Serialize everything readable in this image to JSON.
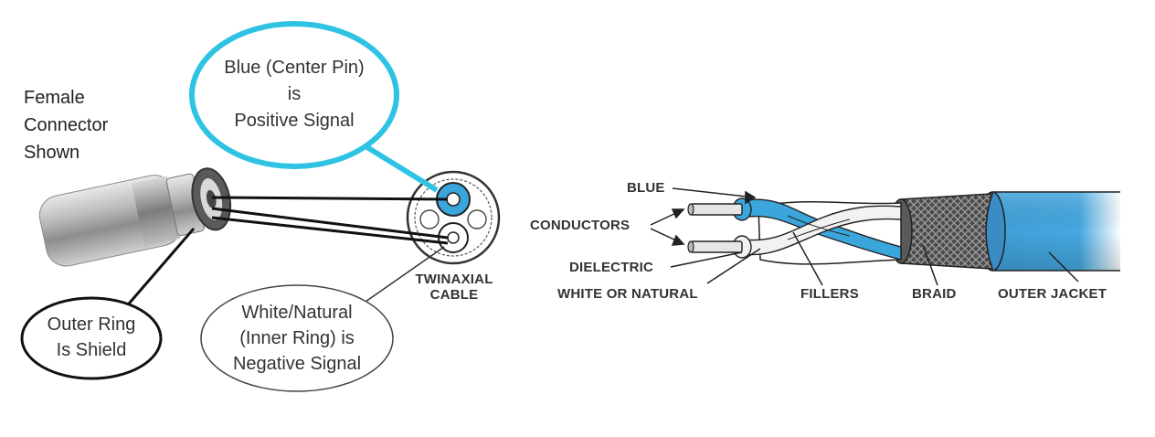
{
  "connector": {
    "note_line1": "Female",
    "note_line2": "Connector",
    "note_line3": "Shown",
    "center_callout": [
      "Blue (Center Pin)",
      "is",
      "Positive Signal"
    ],
    "shield_callout": [
      "Outer Ring",
      "Is Shield"
    ],
    "negative_callout": [
      "White/Natural",
      "(Inner Ring) is",
      "Negative Signal"
    ],
    "cable_caption": [
      "TWINAXIAL",
      "CABLE"
    ]
  },
  "cable": {
    "labels": {
      "blue": "BLUE",
      "conductors": "CONDUCTORS",
      "dielectric": "DIELECTRIC",
      "white": "WHITE OR NATURAL",
      "fillers": "FILLERS",
      "braid": "BRAID",
      "outer_jacket": "OUTER JACKET"
    }
  },
  "colors": {
    "highlight_ring": "#2fc3e3",
    "cable_blue": "#3aa6dc",
    "jacket_blue": "#3f9fd8",
    "braid_dark": "#3a3a3a"
  }
}
